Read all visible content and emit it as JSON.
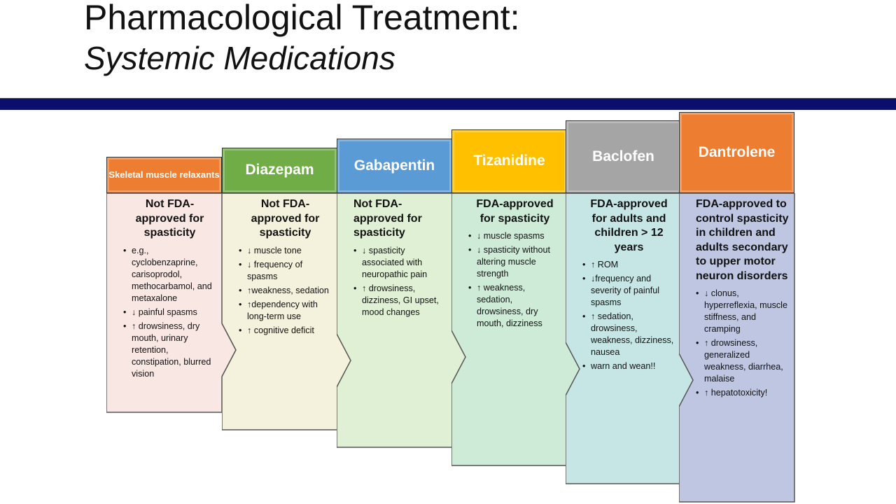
{
  "title": {
    "line1": "Pharmacological Treatment:",
    "line2": "Systemic Medications"
  },
  "columns": [
    {
      "header": "Skeletal muscle relaxants",
      "color": "#ED7D31",
      "body_color": "#F8E7E3",
      "heading": "Not FDA-approved for spasticity",
      "bullets": [
        "e.g., cyclobenzaprine, carisoprodol, methocarbamol, and metaxalone",
        "↓ painful spasms",
        "↑ drowsiness, dry mouth, urinary retention, constipation, blurred vision"
      ]
    },
    {
      "header": "Diazepam",
      "color": "#70AD47",
      "body_color": "#F4F2DC",
      "heading": "Not FDA-approved for spasticity",
      "bullets": [
        "↓ muscle tone",
        "↓ frequency of spasms",
        "↑weakness, sedation",
        "↑dependency with long-term use",
        "↑ cognitive deficit"
      ]
    },
    {
      "header": "Gabapentin",
      "color": "#5B9BD5",
      "body_color": "#E0F0D5",
      "heading": "Not FDA-approved for spasticity",
      "bullets": [
        "↓ spasticity associated with neuropathic pain",
        "↑ drowsiness, dizziness, GI upset, mood changes"
      ]
    },
    {
      "header": "Tizanidine",
      "color": "#FFC000",
      "body_color": "#CDEBD7",
      "heading": "FDA-approved for spasticity",
      "bullets": [
        "↓ muscle spasms",
        "↓ spasticity without altering muscle strength",
        "↑ weakness, sedation, drowsiness, dry mouth, dizziness"
      ]
    },
    {
      "header": "Baclofen",
      "color": "#A5A5A5",
      "body_color": "#C6E6E5",
      "heading": "FDA-approved for adults and children > 12 years",
      "bullets": [
        "↑ ROM",
        "↓frequency and severity of painful spasms",
        "↑ sedation, drowsiness, weakness, dizziness, nausea",
        "warn and wean!!"
      ]
    },
    {
      "header": "Dantrolene",
      "color": "#ED7D31",
      "body_color": "#BEC6E2",
      "heading": "FDA-approved to control spasticity in children and adults secondary to upper motor neuron disorders",
      "bullets": [
        "↓ clonus, hyperreflexia, muscle stiffness, and cramping",
        "↑ drowsiness, generalized weakness, diarrhea, malaise",
        "↑ hepatotoxicity!"
      ]
    }
  ]
}
